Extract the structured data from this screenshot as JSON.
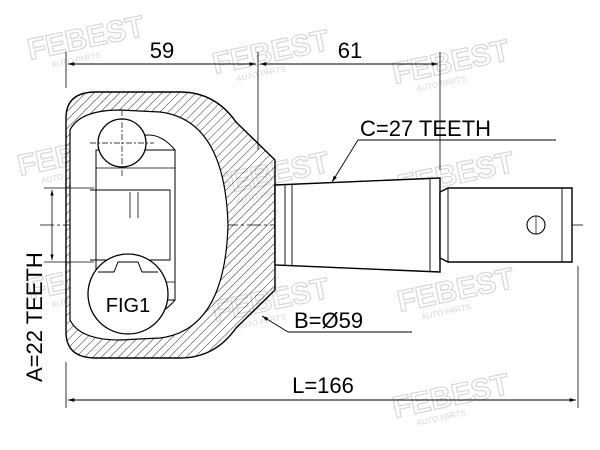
{
  "watermark": {
    "brand": "FEBEST",
    "tagline": "AUTO PARTS"
  },
  "dimensions": {
    "top_left": "59",
    "top_right": "61",
    "overall_length": "L=166",
    "spline_outer": "C=27 TEETH",
    "diameter": "B=Ø59",
    "spline_inner": "A=22 TEETH"
  },
  "figure_label": "FIG1",
  "colors": {
    "line": "#000000",
    "watermark": "#d7d7d7"
  }
}
